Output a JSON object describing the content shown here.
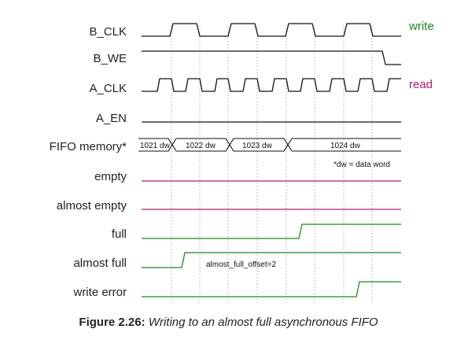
{
  "signals": {
    "b_clk": "B_CLK",
    "b_we": "B_WE",
    "a_clk": "A_CLK",
    "a_en": "A_EN",
    "fifo_memory": "FIFO memory*",
    "empty": "empty",
    "almost_empty": "almost empty",
    "full": "full",
    "almost_full": "almost full",
    "write_error": "write error"
  },
  "side_labels": {
    "write": "write",
    "read": "read"
  },
  "memory_segments": [
    "1021 dw",
    "1022 dw",
    "1023 dw",
    "1024 dw"
  ],
  "notes": {
    "dw_note": "*dw = data word",
    "offset_note": "almost_full_offset=2"
  },
  "caption": {
    "number": "Figure 2.26:",
    "text": "Writing to an almost full asynchronous FIFO"
  },
  "colors": {
    "black": "#111111",
    "write_green": "#1a8a1a",
    "read_magenta": "#c0186c",
    "empty_trace": "#c0186c",
    "flag_trace": "#1a8a1a",
    "dotted": "#9a9a9a"
  }
}
